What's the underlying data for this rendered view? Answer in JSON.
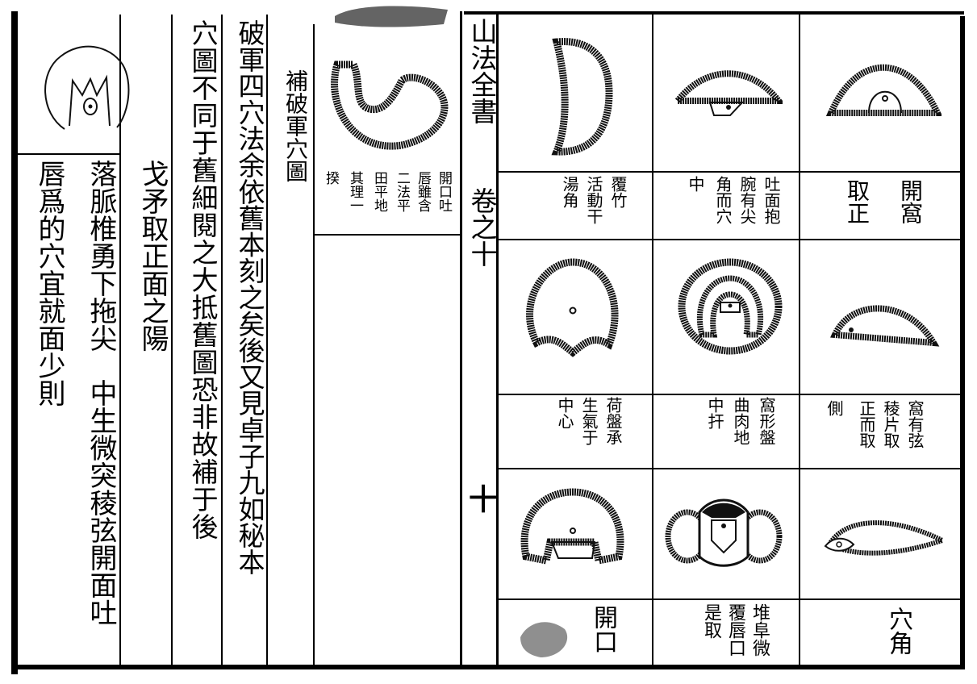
{
  "book_title": "山法全書",
  "volume": "卷之十",
  "folio": "十",
  "left_page": {
    "heading": "補破軍穴圖",
    "text_columns": [
      "破軍四穴法余依舊本刻之矣後又見卓子九如秘本",
      "穴圖不同于舊細閱之大抵舊圖恐非故補于後",
      "戈矛取正面之陽",
      "落脈椎勇下拖尖　中生微突稜弦開面吐",
      "唇爲的穴宜就面少則"
    ],
    "top_figure_caption": [
      "開口吐",
      "唇雖含",
      "二法平",
      "田平地",
      "其理一",
      "揆"
    ]
  },
  "right_page": {
    "cells": [
      {
        "caption": [
          "開窩",
          "取正"
        ]
      },
      {
        "caption": [
          "吐面抱",
          "腕有尖",
          "角而穴",
          "中"
        ]
      },
      {
        "caption": [
          "覆竹",
          "活動干",
          "湯角"
        ]
      },
      {
        "caption": [
          "窩有弦",
          "稜片取",
          "正而取",
          "側"
        ]
      },
      {
        "caption": [
          "窩形盤",
          "曲肉地",
          "中扞"
        ]
      },
      {
        "caption": [
          "荷盤承",
          "生氣于",
          "中心"
        ]
      },
      {
        "caption": [
          "穴角"
        ]
      },
      {
        "caption": [
          "堆阜微",
          "覆唇口",
          "是取"
        ]
      },
      {
        "caption": [
          "開口"
        ]
      }
    ]
  }
}
